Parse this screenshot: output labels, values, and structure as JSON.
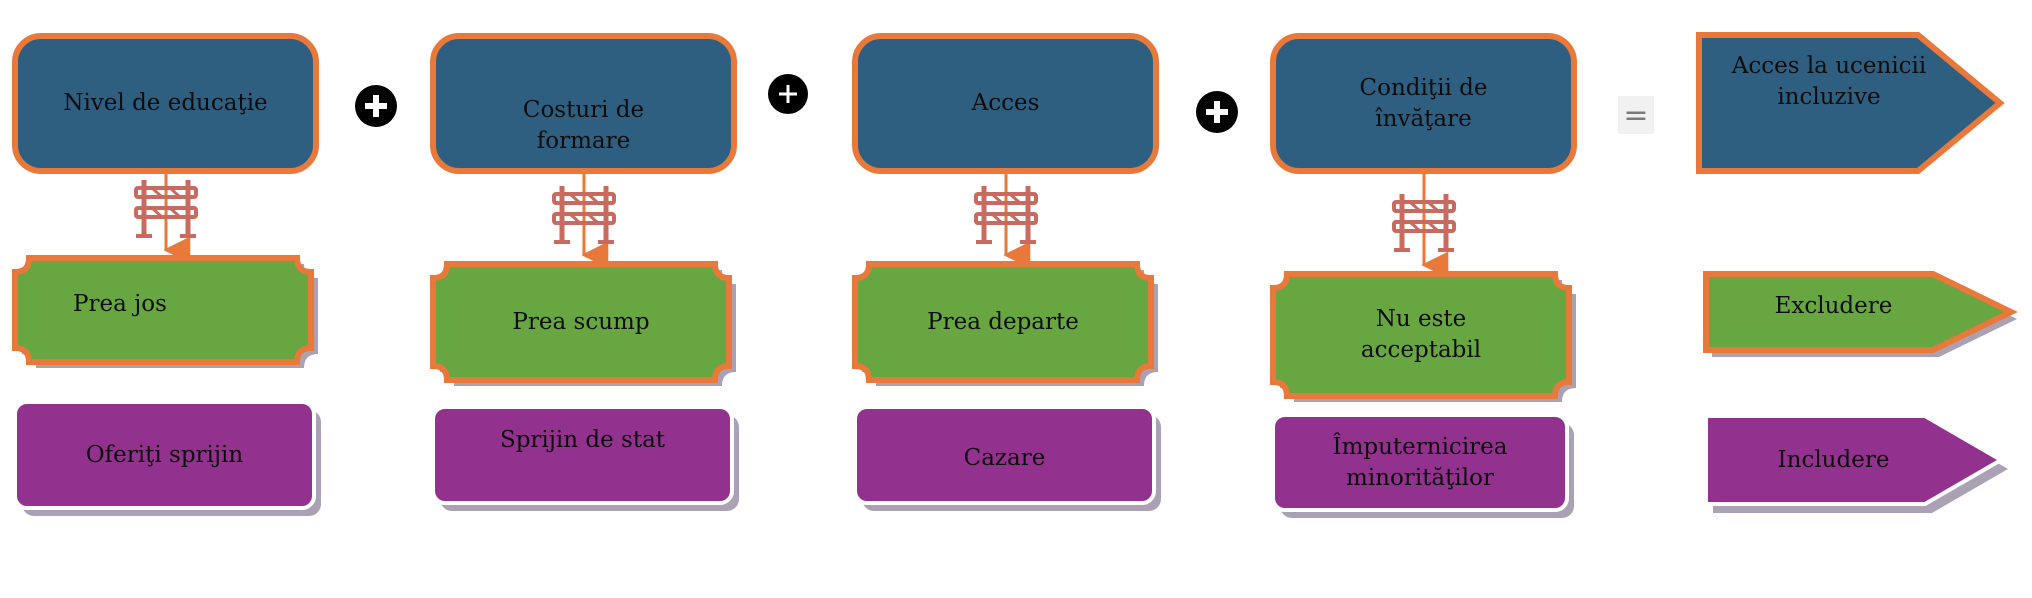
{
  "colors": {
    "blue": "#2e5f80",
    "green": "#67a641",
    "purple": "#93328e",
    "orange": "#e8793b",
    "barrier": "#c86a5f",
    "shadow": "#aaa2b4"
  },
  "columns": [
    {
      "factor": "Nivel de educaţie",
      "barrier": "Prea jos",
      "support": "Oferiţi sprijin"
    },
    {
      "factor": "Costuri de\nformare",
      "barrier": "Prea scump",
      "support": "Sprijin de stat"
    },
    {
      "factor": "Acces",
      "barrier": "Prea departe",
      "support": "Cazare"
    },
    {
      "factor": "Condiţii de\nînvăţare",
      "barrier": "Nu este\nacceptabil",
      "support": "Împuternicirea\nminorităţilor"
    }
  ],
  "operators": {
    "plus": "+",
    "equals": "="
  },
  "results": {
    "goal": "Acces la ucenicii\nincluzive",
    "exclusion": "Excludere",
    "inclusion": "Includere"
  },
  "icons": {
    "plus": "plus-circle-icon",
    "barrier": "road-barrier-icon"
  }
}
